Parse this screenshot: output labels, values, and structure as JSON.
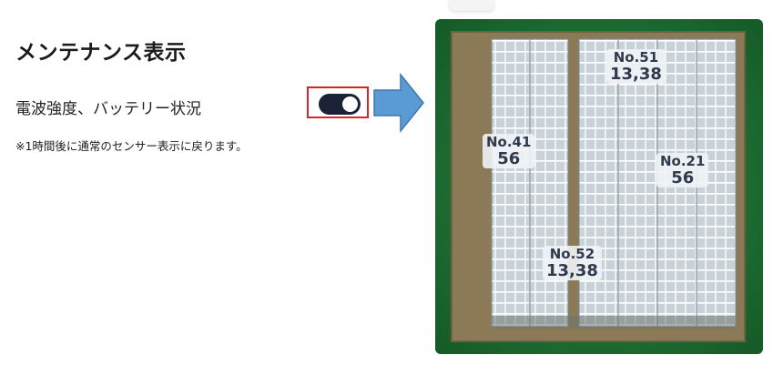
{
  "header": {
    "title": "メンテナンス表示"
  },
  "setting": {
    "label": "電波強度、バッテリー状況",
    "note": "※1時間後に通常のセンサー表示に戻ります。",
    "toggle_on": true
  },
  "colors": {
    "toggle_track": "#1c2236",
    "highlight_border": "#d6262a",
    "arrow_fill": "#5b9bd5",
    "map_grass": "#1f6a32",
    "map_soil": "#8b7a55"
  },
  "map": {
    "markers": [
      {
        "name": "No.51",
        "value": "13,38"
      },
      {
        "name": "No.41",
        "value": "56"
      },
      {
        "name": "No.21",
        "value": "56"
      },
      {
        "name": "No.52",
        "value": "13,38"
      }
    ]
  }
}
